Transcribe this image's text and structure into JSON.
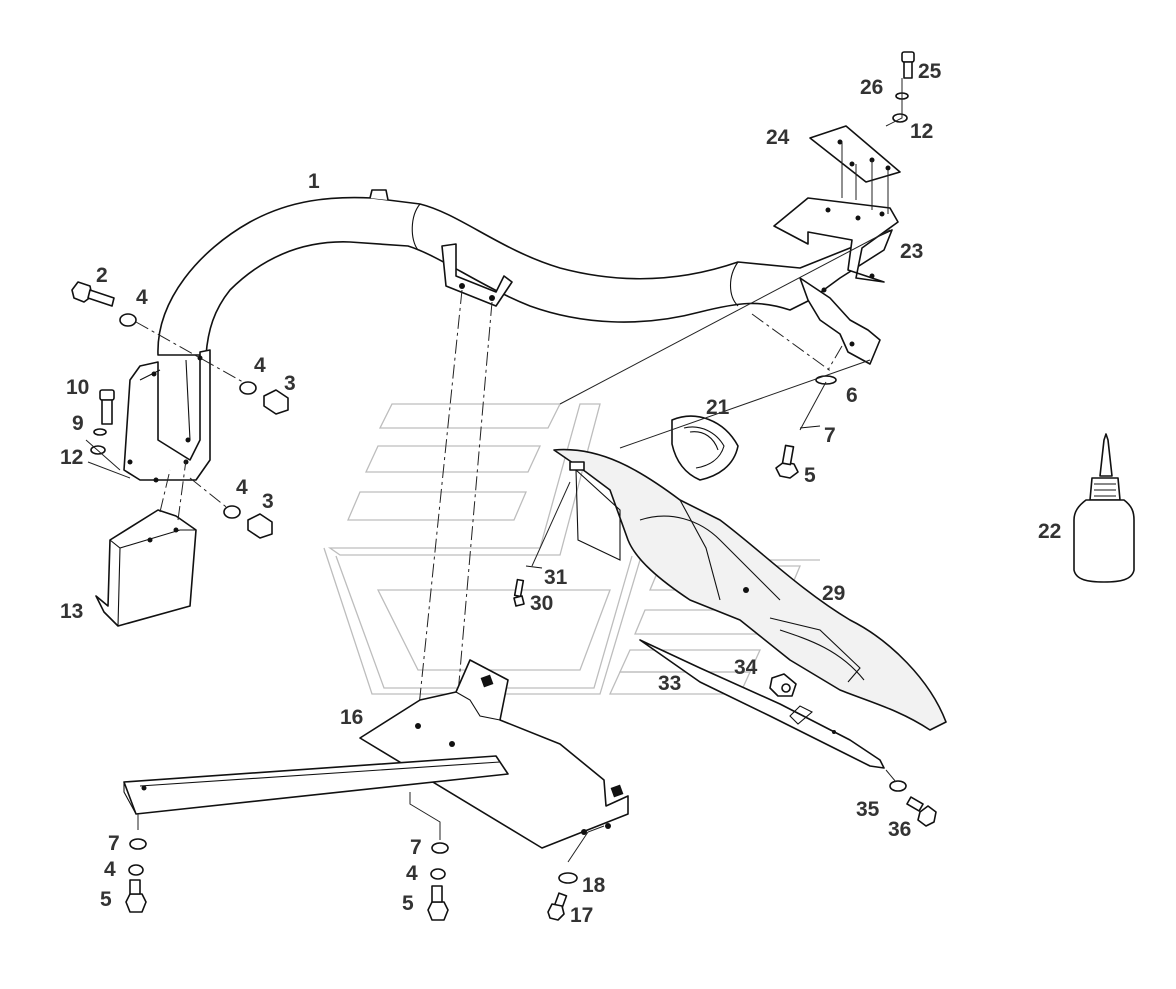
{
  "diagram": {
    "labels": [
      {
        "id": "l1",
        "text": "1"
      },
      {
        "id": "l2",
        "text": "2"
      },
      {
        "id": "l3a",
        "text": "3"
      },
      {
        "id": "l3b",
        "text": "3"
      },
      {
        "id": "l4a",
        "text": "4"
      },
      {
        "id": "l4b",
        "text": "4"
      },
      {
        "id": "l4c",
        "text": "4"
      },
      {
        "id": "l4d",
        "text": "4"
      },
      {
        "id": "l4e",
        "text": "4"
      },
      {
        "id": "l5a",
        "text": "5"
      },
      {
        "id": "l5b",
        "text": "5"
      },
      {
        "id": "l5c",
        "text": "5"
      },
      {
        "id": "l6",
        "text": "6"
      },
      {
        "id": "l7a",
        "text": "7"
      },
      {
        "id": "l7b",
        "text": "7"
      },
      {
        "id": "l7c",
        "text": "7"
      },
      {
        "id": "l9",
        "text": "9"
      },
      {
        "id": "l10",
        "text": "10"
      },
      {
        "id": "l12a",
        "text": "12"
      },
      {
        "id": "l12b",
        "text": "12"
      },
      {
        "id": "l13",
        "text": "13"
      },
      {
        "id": "l16",
        "text": "16"
      },
      {
        "id": "l17",
        "text": "17"
      },
      {
        "id": "l18",
        "text": "18"
      },
      {
        "id": "l21",
        "text": "21"
      },
      {
        "id": "l22",
        "text": "22"
      },
      {
        "id": "l23",
        "text": "23"
      },
      {
        "id": "l24",
        "text": "24"
      },
      {
        "id": "l25",
        "text": "25"
      },
      {
        "id": "l26",
        "text": "26"
      },
      {
        "id": "l29",
        "text": "29"
      },
      {
        "id": "l30",
        "text": "30"
      },
      {
        "id": "l31",
        "text": "31"
      },
      {
        "id": "l33",
        "text": "33"
      },
      {
        "id": "l34",
        "text": "34"
      },
      {
        "id": "l35",
        "text": "35"
      },
      {
        "id": "l36",
        "text": "36"
      }
    ]
  }
}
